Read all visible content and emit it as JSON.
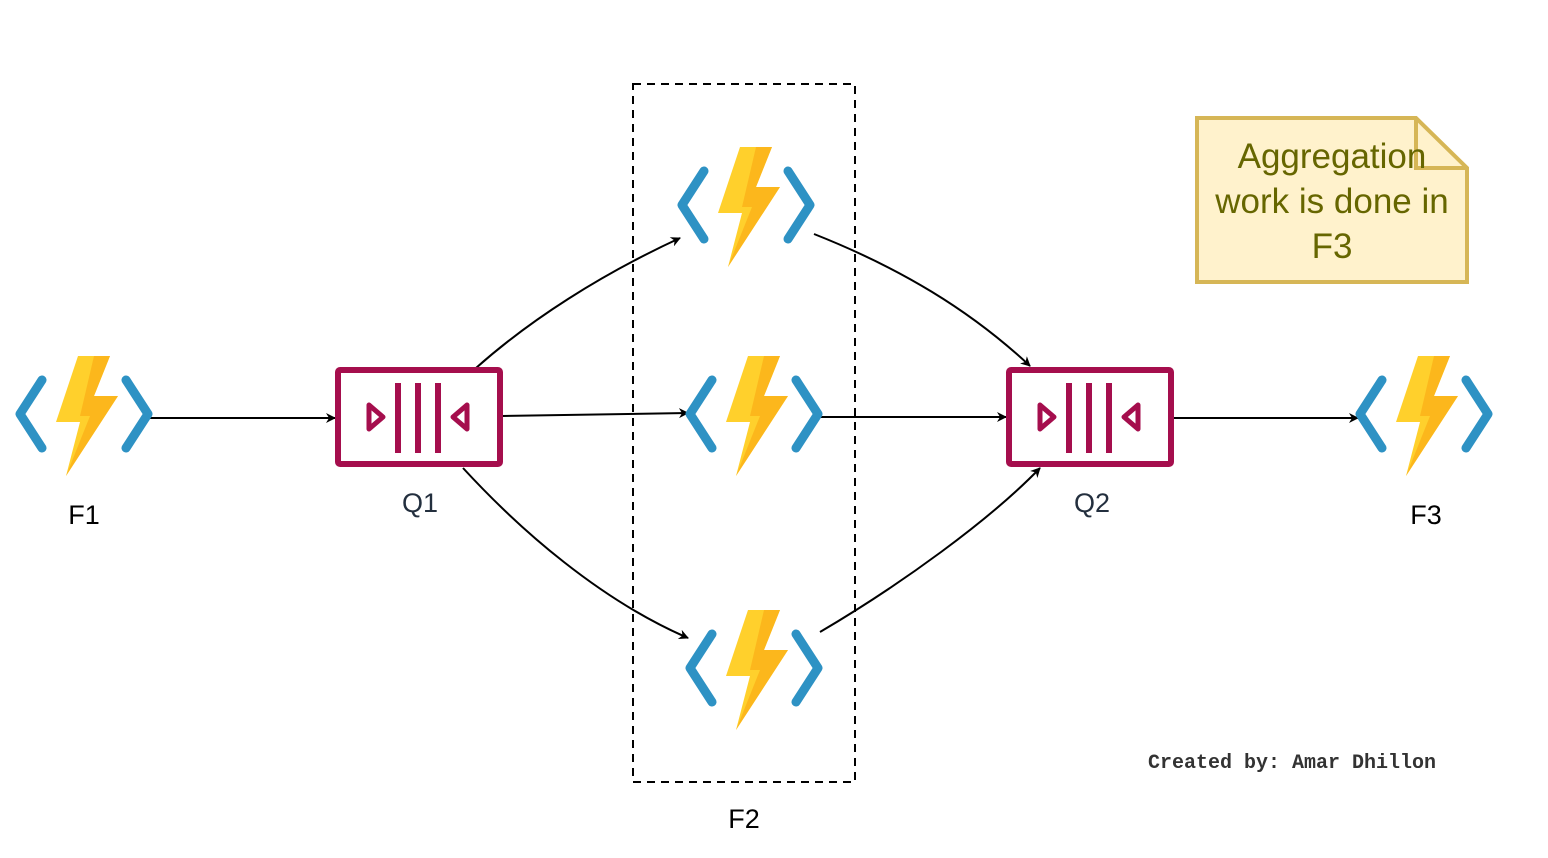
{
  "diagram": {
    "nodes": [
      {
        "id": "F1",
        "label": "F1",
        "type": "azure-function"
      },
      {
        "id": "Q1",
        "label": "Q1",
        "type": "queue"
      },
      {
        "id": "F2a",
        "label": "",
        "type": "azure-function",
        "group": "F2"
      },
      {
        "id": "F2b",
        "label": "",
        "type": "azure-function",
        "group": "F2"
      },
      {
        "id": "F2c",
        "label": "",
        "type": "azure-function",
        "group": "F2"
      },
      {
        "id": "Q2",
        "label": "Q2",
        "type": "queue"
      },
      {
        "id": "F3",
        "label": "F3",
        "type": "azure-function"
      }
    ],
    "groups": [
      {
        "id": "F2",
        "label": "F2",
        "style": "dashed"
      }
    ],
    "edges": [
      {
        "from": "F1",
        "to": "Q1"
      },
      {
        "from": "Q1",
        "to": "F2a"
      },
      {
        "from": "Q1",
        "to": "F2b"
      },
      {
        "from": "Q1",
        "to": "F2c"
      },
      {
        "from": "F2a",
        "to": "Q2"
      },
      {
        "from": "F2b",
        "to": "Q2"
      },
      {
        "from": "F2c",
        "to": "Q2"
      },
      {
        "from": "Q2",
        "to": "F3"
      }
    ],
    "note": {
      "lines": [
        "Aggregation",
        "work is done in",
        "F3"
      ]
    },
    "credit": "Created by: Amar Dhillon"
  },
  "labels": {
    "f1": "F1",
    "q1": "Q1",
    "f2": "F2",
    "q2": "Q2",
    "f3": "F3"
  },
  "colors": {
    "queue": "#A50E4D",
    "bracket": "#2E92C4",
    "bolt_light": "#FFD02C",
    "bolt_dark": "#FBB31A",
    "note_fill": "#FFF2CC",
    "note_stroke": "#D6B656",
    "note_text": "#666600"
  }
}
